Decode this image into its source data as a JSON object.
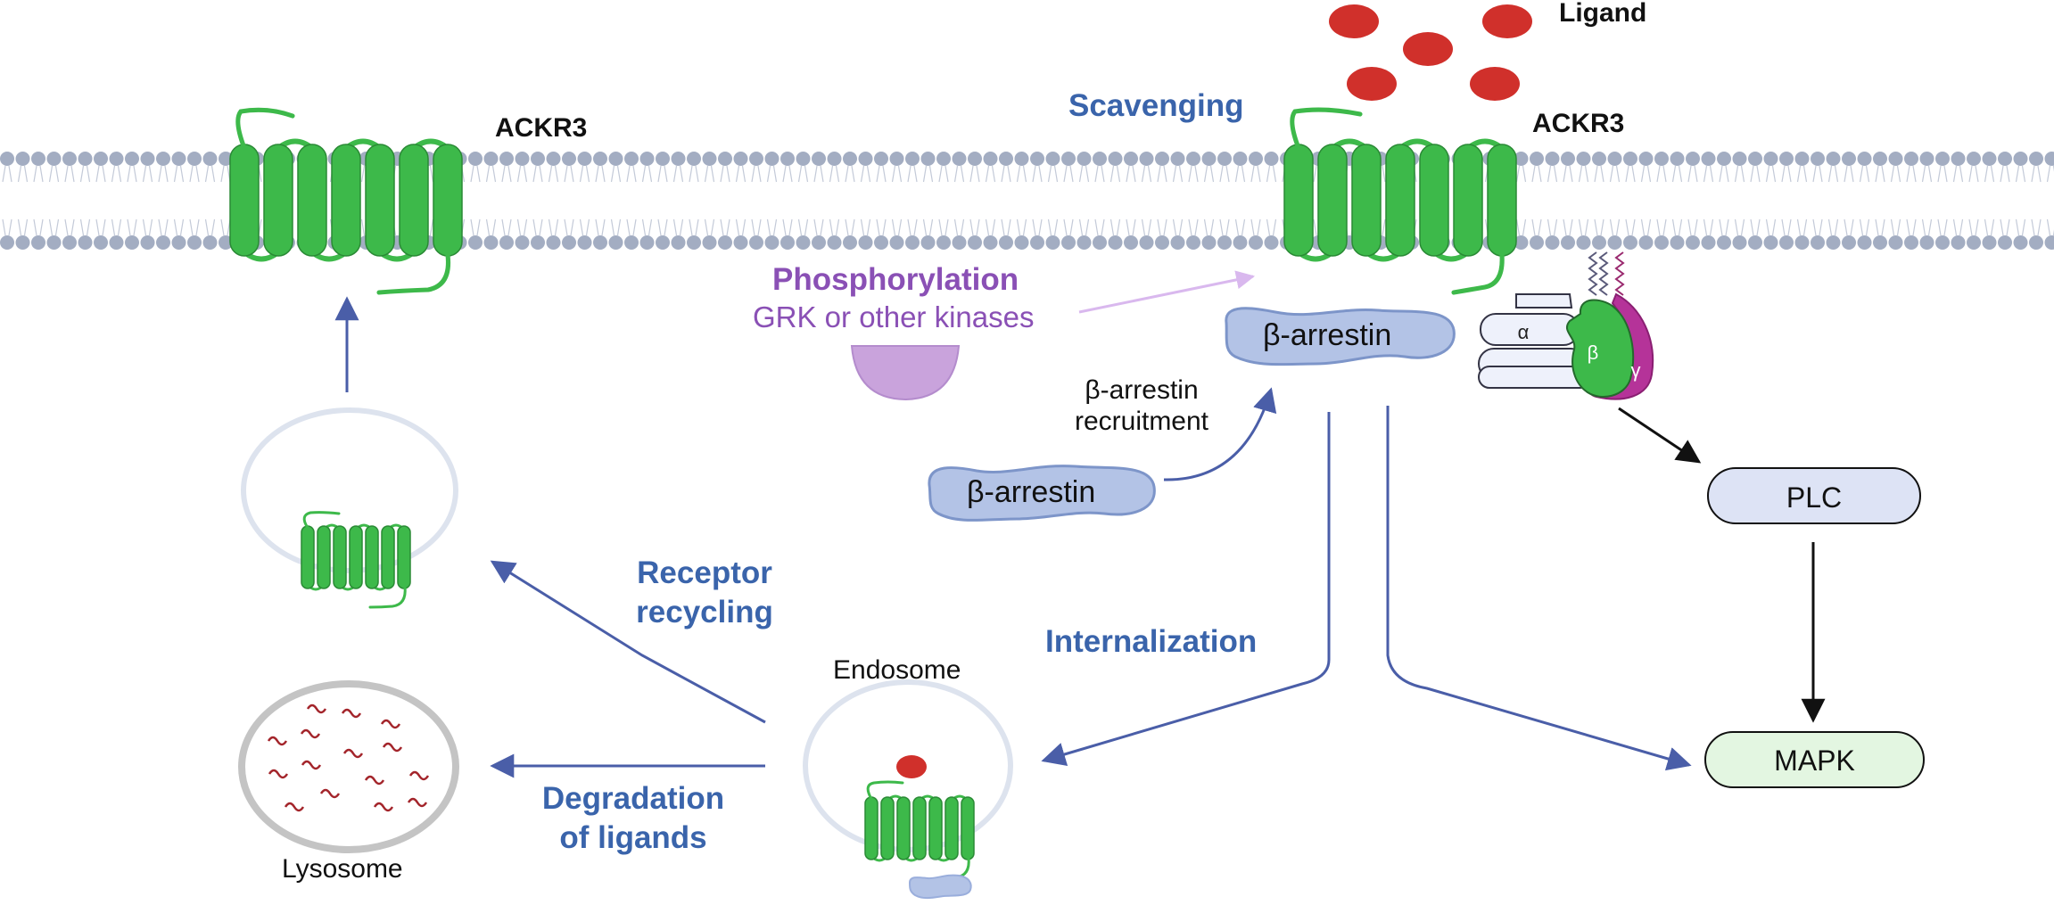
{
  "labels": {
    "ligand": "Ligand",
    "ackr3_left": "ACKR3",
    "ackr3_right": "ACKR3",
    "scavenging": "Scavenging",
    "phosphorylation": "Phosphorylation",
    "kinases": "GRK or other kinases",
    "arrestin_membrane": "β-arrestin",
    "arrestin_cytosol": "β-arrestin",
    "recruitment_line1": "β-arrestin",
    "recruitment_line2": "recruitment",
    "g_alpha": "α",
    "g_beta": "β",
    "g_gamma": "γ",
    "plc": "PLC",
    "mapk": "MAPK",
    "receptor_recycling_line1": "Receptor",
    "receptor_recycling_line2": "recycling",
    "internalization": "Internalization",
    "endosome": "Endosome",
    "degradation_line1": "Degradation",
    "degradation_line2": "of ligands",
    "lysosome": "Lysosome"
  },
  "colors": {
    "receptor_green": "#3db94a",
    "receptor_dark": "#2a8a35",
    "ligand_red": "#d0302b",
    "arrestin_fill": "#b3c3e6",
    "arrestin_stroke": "#7d95c9",
    "arrow_blue": "#4a5ea8",
    "kinase_purple": "#c9a3dc",
    "membrane_head": "#a3adc2",
    "gamma_magenta": "#b53399",
    "plc_fill": "#dde3f5",
    "mapk_fill": "#e3f6e1"
  }
}
